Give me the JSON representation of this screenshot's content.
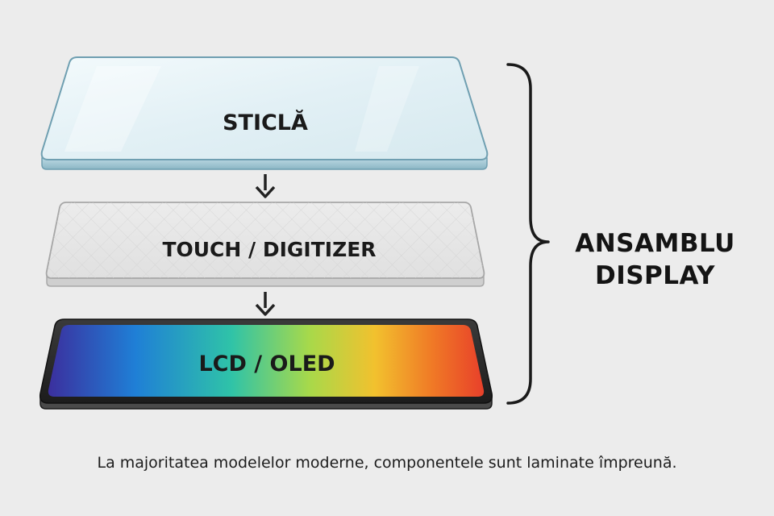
{
  "layers": [
    {
      "id": "glass",
      "label": "STICLĂ"
    },
    {
      "id": "touch",
      "label": "TOUCH / DIGITIZER"
    },
    {
      "id": "panel",
      "label": "LCD / OLED"
    }
  ],
  "assembly": {
    "line1": "ANSAMBLU",
    "line2": "DISPLAY"
  },
  "caption": "La majoritatea modelelor moderne, componentele sunt laminate împreună.",
  "colors": {
    "background": "#ececec",
    "glass_fill": "#e4f2f6",
    "glass_edge": "#7fb0c2",
    "touch_fill": "#e6e6e6",
    "panel_gradient": [
      "#3b2f9e",
      "#1f7fd6",
      "#2fc3a8",
      "#a8d94a",
      "#f2c12e",
      "#f07a26",
      "#e8402a"
    ],
    "panel_bezel": "#2a2a2a",
    "text": "#1a1a1a"
  },
  "icons": [
    "arrow-down-icon",
    "curly-brace-icon"
  ]
}
